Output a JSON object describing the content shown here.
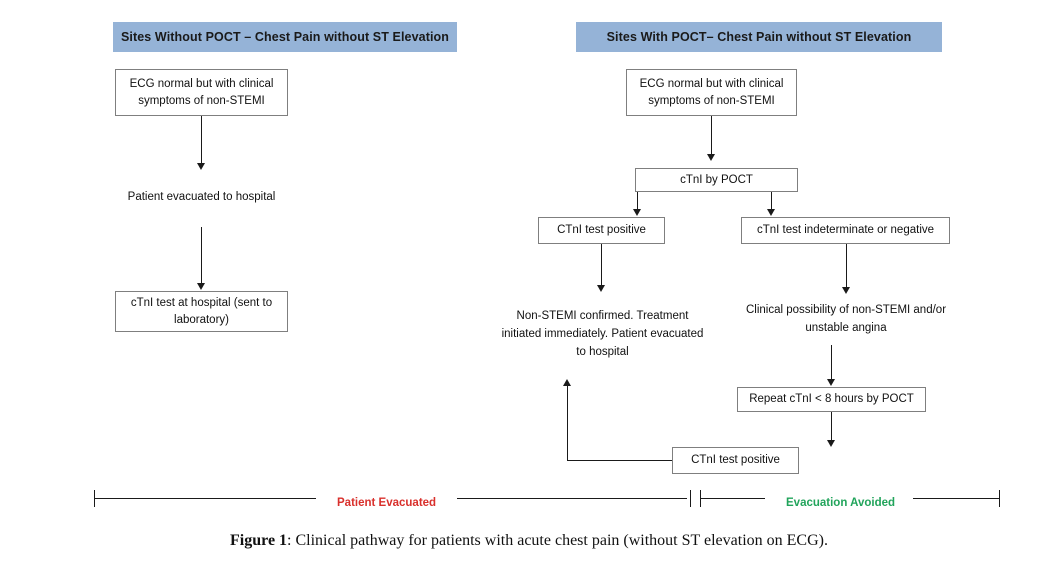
{
  "headers": {
    "left": "Sites Without POCT – Chest Pain without ST Elevation",
    "right": "Sites With POCT– Chest Pain without ST Elevation"
  },
  "left_pathway": {
    "nodes": [
      {
        "id": "ecg",
        "label": "ECG normal but with clinical symptoms of non-STEMI",
        "shape": "box"
      },
      {
        "id": "evacuated",
        "label": "Patient evacuated to hospital",
        "shape": "text"
      },
      {
        "id": "ctni_hospital",
        "label": "cTnI test at hospital (sent to laboratory)",
        "shape": "box"
      }
    ]
  },
  "right_pathway": {
    "nodes": [
      {
        "id": "ecg",
        "label": "ECG normal but with clinical symptoms of non-STEMI",
        "shape": "box"
      },
      {
        "id": "ctni_poct",
        "label": "cTnI by POCT",
        "shape": "box"
      },
      {
        "id": "test_positive",
        "label": "CTnI test positive",
        "shape": "box"
      },
      {
        "id": "test_indeterminate",
        "label": "cTnI test indeterminate or negative",
        "shape": "box"
      },
      {
        "id": "confirmed",
        "label": "Non-STEMI confirmed. Treatment initiated immediately. Patient evacuated to hospital",
        "shape": "text"
      },
      {
        "id": "clinical_possibility",
        "label": "Clinical possibility of non-STEMI and/or unstable angina",
        "shape": "text"
      },
      {
        "id": "repeat",
        "label": "Repeat cTnI < 8 hours by POCT",
        "shape": "box"
      },
      {
        "id": "test_positive_2",
        "label": "CTnI test positive",
        "shape": "box"
      }
    ]
  },
  "axis": {
    "left_label": "Patient Evacuated",
    "right_label": "Evacuation Avoided",
    "left_color": "#d9302c",
    "right_color": "#21a45b"
  },
  "caption": {
    "prefix": "Figure 1",
    "text": ": Clinical pathway for patients with acute chest pain (without ST elevation on ECG)."
  },
  "colors": {
    "banner": "#95b3d7",
    "box_border": "#7f7f7f",
    "line": "#1a1a1a"
  }
}
